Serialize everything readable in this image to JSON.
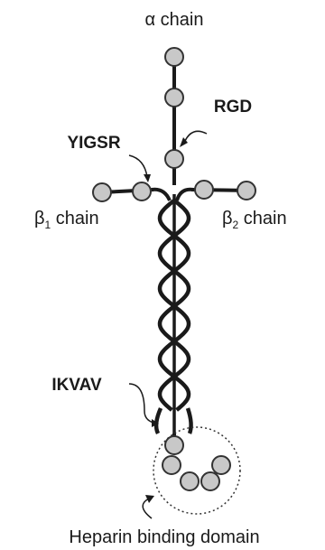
{
  "labels": {
    "alpha_chain": "α chain",
    "rgd": "RGD",
    "yigsr": "YIGSR",
    "beta1_symbol": "β",
    "beta1_sub": "1",
    "beta1_word": " chain",
    "beta2_symbol": "β",
    "beta2_sub": "2",
    "beta2_word": " chain",
    "ikvav": "IKVAV",
    "heparin": "Heparin binding domain"
  },
  "colors": {
    "strand": "#1a1a1a",
    "globule_fill": "#c8c8c8",
    "globule_stroke": "#333333",
    "text": "#1a1a1a"
  }
}
